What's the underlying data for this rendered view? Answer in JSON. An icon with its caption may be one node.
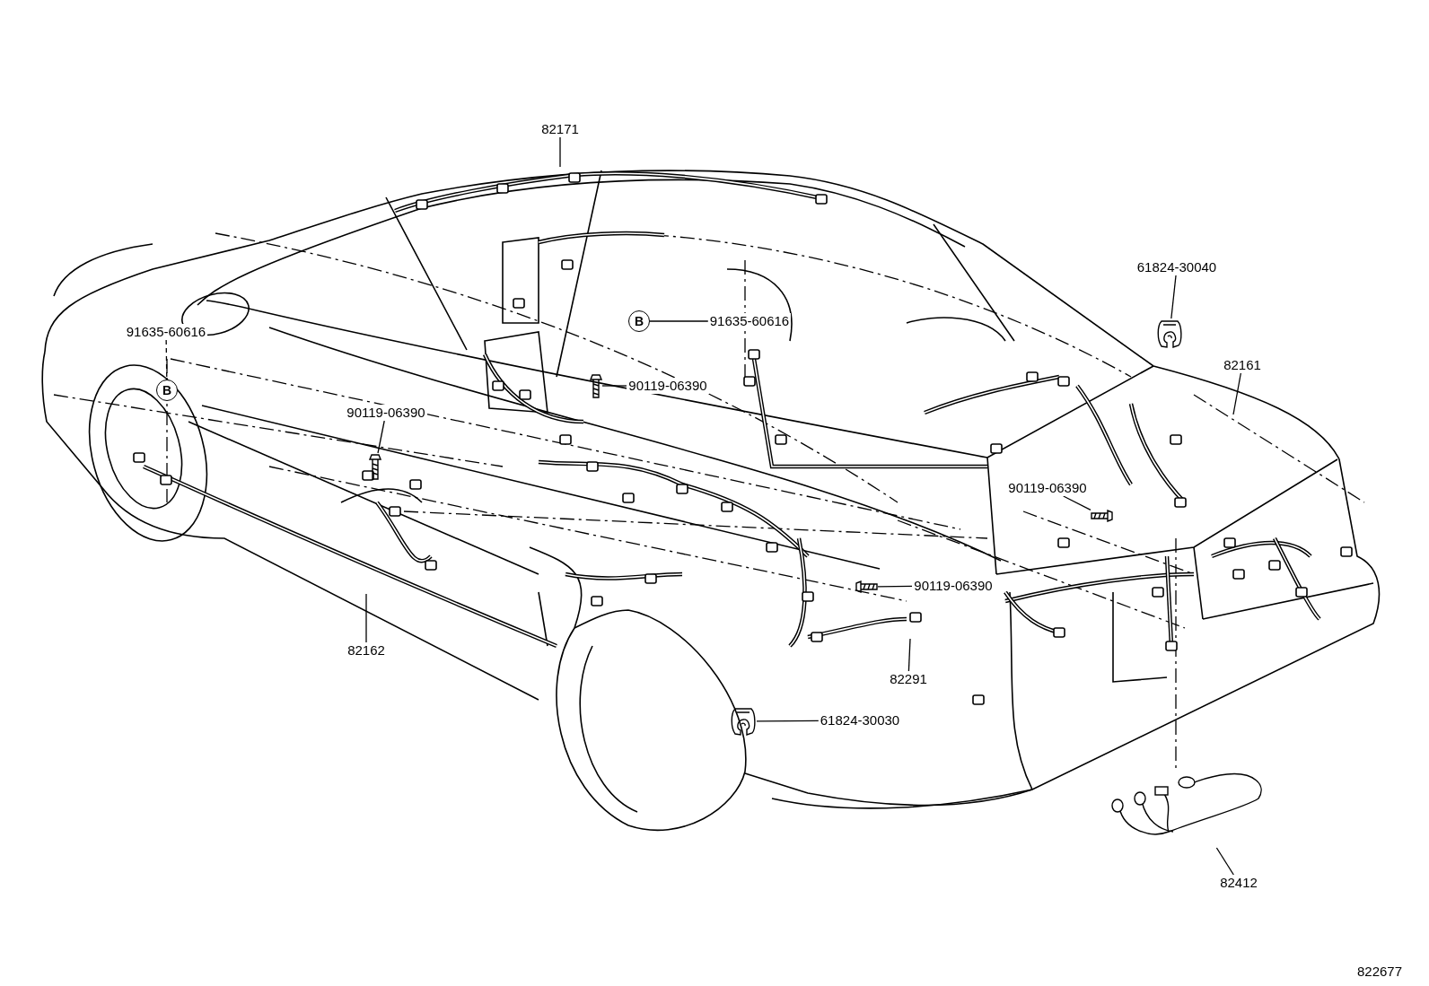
{
  "diagram": {
    "nodes": [
      {
        "text": [
          "82171"
        ]
      },
      {
        "text": [
          "61824-30040"
        ]
      },
      {
        "text": [],
        "shape": "picture"
      },
      {
        "text": [
          "91635-60616"
        ]
      },
      {
        "text": [
          "B"
        ]
      },
      {
        "text": [
          "B"
        ]
      },
      {
        "text": [
          "91635-60616"
        ]
      },
      {
        "text": [
          "90119-06390"
        ]
      },
      {
        "text": [],
        "shape": "picture"
      },
      {
        "text": [
          "90119-06390"
        ]
      },
      {
        "text": [],
        "shape": "picture"
      },
      {
        "text": [
          "82161"
        ]
      },
      {
        "text": [
          "90119-06390"
        ]
      },
      {
        "text": [],
        "shape": "picture"
      },
      {
        "text": [
          "90119-06390"
        ]
      },
      {
        "text": [],
        "shape": "picture"
      },
      {
        "text": [
          "82162"
        ]
      },
      {
        "text": [
          "82291"
        ]
      },
      {
        "text": [
          "61824-30030"
        ]
      },
      {
        "text": [],
        "shape": "picture"
      },
      {
        "text": [
          "82412"
        ]
      },
      {
        "text": [],
        "shape": "picture"
      }
    ],
    "edges": [
      {
        "from": 0,
        "to": null,
        "arrow": "none"
      },
      {
        "from": 1,
        "to": 2,
        "arrow": "none"
      },
      {
        "from": 3,
        "to": 4,
        "arrow": "none",
        "style": "dashed"
      },
      {
        "from": 6,
        "to": 5,
        "arrow": "none"
      },
      {
        "from": 7,
        "to": 8,
        "arrow": "none"
      },
      {
        "from": 9,
        "to": 10,
        "arrow": "none"
      },
      {
        "from": 11,
        "to": null,
        "arrow": "none"
      },
      {
        "from": 12,
        "to": 13,
        "arrow": "none"
      },
      {
        "from": 14,
        "to": 15,
        "arrow": "none"
      },
      {
        "from": 16,
        "to": null,
        "arrow": "none"
      },
      {
        "from": 17,
        "to": null,
        "arrow": "none"
      },
      {
        "from": 18,
        "to": 19,
        "arrow": "none"
      },
      {
        "from": 20,
        "to": 21,
        "arrow": "none"
      }
    ],
    "labels": [
      "822677"
    ]
  }
}
